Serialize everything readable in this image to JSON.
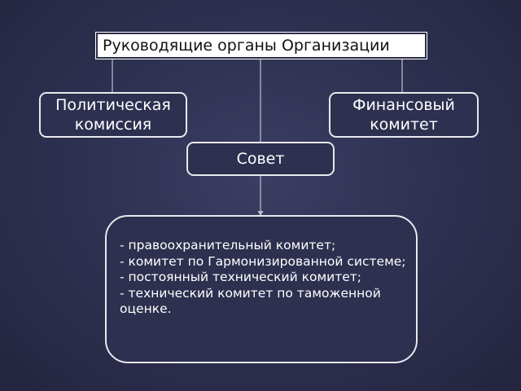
{
  "diagram": {
    "title": "Руководящие органы Организации",
    "political_commission": "Политическая\nкомиссия",
    "financial_committee": "Финансовый\nкомитет",
    "council": "Совет",
    "committees": [
      "- правоохранительный комитет;",
      "- комитет по Гармонизированной системе;",
      "- постоянный технический комитет;",
      "- технический комитет по таможенной оценке."
    ]
  },
  "colors": {
    "background": "#2d2f4f",
    "box_border": "#e8e8ee",
    "title_fill": "#ffffff",
    "connector": "#bfc0cc"
  }
}
